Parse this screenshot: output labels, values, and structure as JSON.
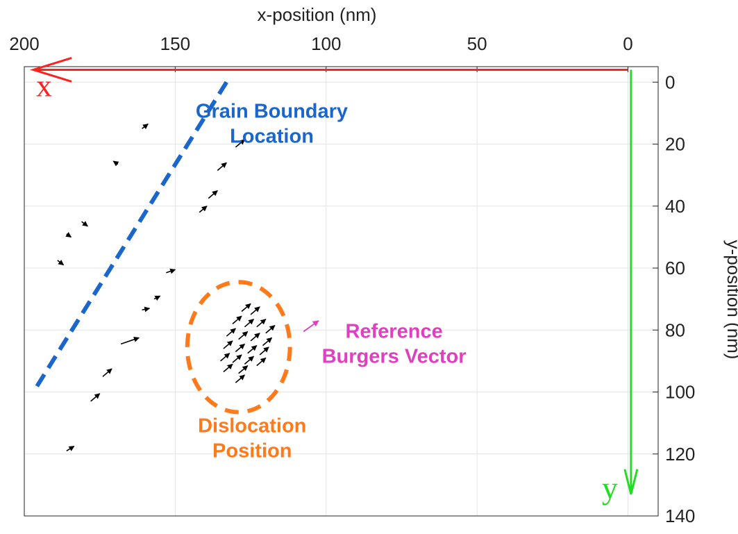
{
  "chart_data": {
    "type": "quiver",
    "xlabel": "x-position (nm)",
    "ylabel": "y-position (nm)",
    "x_axis_location": "top",
    "y_axis_location": "right",
    "x_reversed": true,
    "y_reversed": true,
    "xlim": [
      -10,
      200
    ],
    "ylim": [
      -5,
      140
    ],
    "xticks": [
      200,
      150,
      100,
      50,
      0
    ],
    "yticks": [
      0,
      20,
      40,
      60,
      80,
      100,
      120,
      140
    ],
    "grid": true,
    "colors": {
      "x_axis_arrow": "#ff2020",
      "y_axis_arrow": "#22dd22",
      "grain_boundary": "#1a66cc",
      "dislocation": "#ff7a1a",
      "reference_vector": "#e040c0",
      "vectors": "#000000",
      "grid": "#e4e4e4"
    },
    "coordinate_axes": {
      "x_letter": "x",
      "y_letter": "y",
      "x_arrow": {
        "from": [
          0,
          -4
        ],
        "to": [
          197,
          -4
        ]
      },
      "y_arrow": {
        "from": [
          -1,
          -4
        ],
        "to": [
          -1,
          133
        ]
      }
    },
    "grain_boundary_line": {
      "from": [
        133,
        0
      ],
      "to": [
        197,
        100
      ]
    },
    "dislocation_ellipse": {
      "cx": 129,
      "cy": 85.5,
      "rx": 17,
      "ry": 21
    },
    "annotations": [
      {
        "id": "grain-boundary",
        "lines": [
          "Grain Boundary",
          "Location"
        ],
        "x": 118,
        "y": 11.5
      },
      {
        "id": "reference-burgers",
        "lines": [
          "Reference",
          "Burgers Vector"
        ],
        "x": 77.5,
        "y": 82.5
      },
      {
        "id": "dislocation-position",
        "lines": [
          "Dislocation",
          "Position"
        ],
        "x": 124.5,
        "y": 113
      }
    ],
    "reference_vector": {
      "x": 107.5,
      "y": 80.5,
      "u": 5,
      "v": 3.5
    },
    "vectors": [
      {
        "x": 161,
        "y": 15,
        "u": 2,
        "v": 1.5
      },
      {
        "x": 169,
        "y": 26.5,
        "u": -1.5,
        "v": 1
      },
      {
        "x": 130,
        "y": 21,
        "u": 3,
        "v": 2.5
      },
      {
        "x": 136,
        "y": 28.5,
        "u": 3,
        "v": 2.5
      },
      {
        "x": 139,
        "y": 37.5,
        "u": 3,
        "v": 2.5
      },
      {
        "x": 142,
        "y": 42,
        "u": 2.5,
        "v": 2
      },
      {
        "x": 181,
        "y": 45,
        "u": 2,
        "v": -1.5
      },
      {
        "x": 186,
        "y": 49,
        "u": 1.5,
        "v": -1
      },
      {
        "x": 189,
        "y": 57.5,
        "u": 2,
        "v": -1.5
      },
      {
        "x": 153,
        "y": 61.5,
        "u": 3,
        "v": 1
      },
      {
        "x": 157,
        "y": 70,
        "u": 2,
        "v": 1
      },
      {
        "x": 161,
        "y": 73.5,
        "u": 2.5,
        "v": 0.5
      },
      {
        "x": 168,
        "y": 84.5,
        "u": 6,
        "v": 2
      },
      {
        "x": 174,
        "y": 95,
        "u": 3,
        "v": 2.5
      },
      {
        "x": 178,
        "y": 103,
        "u": 3,
        "v": 2.5
      },
      {
        "x": 186,
        "y": 119,
        "u": 2.5,
        "v": 1.5
      },
      {
        "x": 128,
        "y": 74,
        "u": 3,
        "v": 2.5
      },
      {
        "x": 125,
        "y": 75,
        "u": 3,
        "v": 2.5
      },
      {
        "x": 131,
        "y": 78,
        "u": 3,
        "v": 2.5
      },
      {
        "x": 127,
        "y": 79,
        "u": 3,
        "v": 2.5
      },
      {
        "x": 123,
        "y": 79,
        "u": 3,
        "v": 2.5
      },
      {
        "x": 120,
        "y": 81,
        "u": 3,
        "v": 2.5
      },
      {
        "x": 133,
        "y": 82,
        "u": 3,
        "v": 2.5
      },
      {
        "x": 129,
        "y": 83,
        "u": 3,
        "v": 2.5
      },
      {
        "x": 125,
        "y": 83.5,
        "u": 3,
        "v": 2.5
      },
      {
        "x": 121,
        "y": 85,
        "u": 3,
        "v": 2.5
      },
      {
        "x": 134,
        "y": 86,
        "u": 3,
        "v": 2.5
      },
      {
        "x": 130,
        "y": 87,
        "u": 3,
        "v": 2.5
      },
      {
        "x": 126,
        "y": 87.5,
        "u": 3,
        "v": 2.5
      },
      {
        "x": 122,
        "y": 88,
        "u": 3,
        "v": 2.5
      },
      {
        "x": 135,
        "y": 90,
        "u": 3,
        "v": 2.5
      },
      {
        "x": 131,
        "y": 90.5,
        "u": 3,
        "v": 2.5
      },
      {
        "x": 127,
        "y": 91,
        "u": 3,
        "v": 2.5
      },
      {
        "x": 123,
        "y": 91.5,
        "u": 3,
        "v": 2.5
      },
      {
        "x": 134,
        "y": 93.5,
        "u": 3,
        "v": 2.5
      },
      {
        "x": 129,
        "y": 94,
        "u": 3,
        "v": 2.5
      },
      {
        "x": 130,
        "y": 97,
        "u": 3,
        "v": 2.5
      }
    ]
  }
}
